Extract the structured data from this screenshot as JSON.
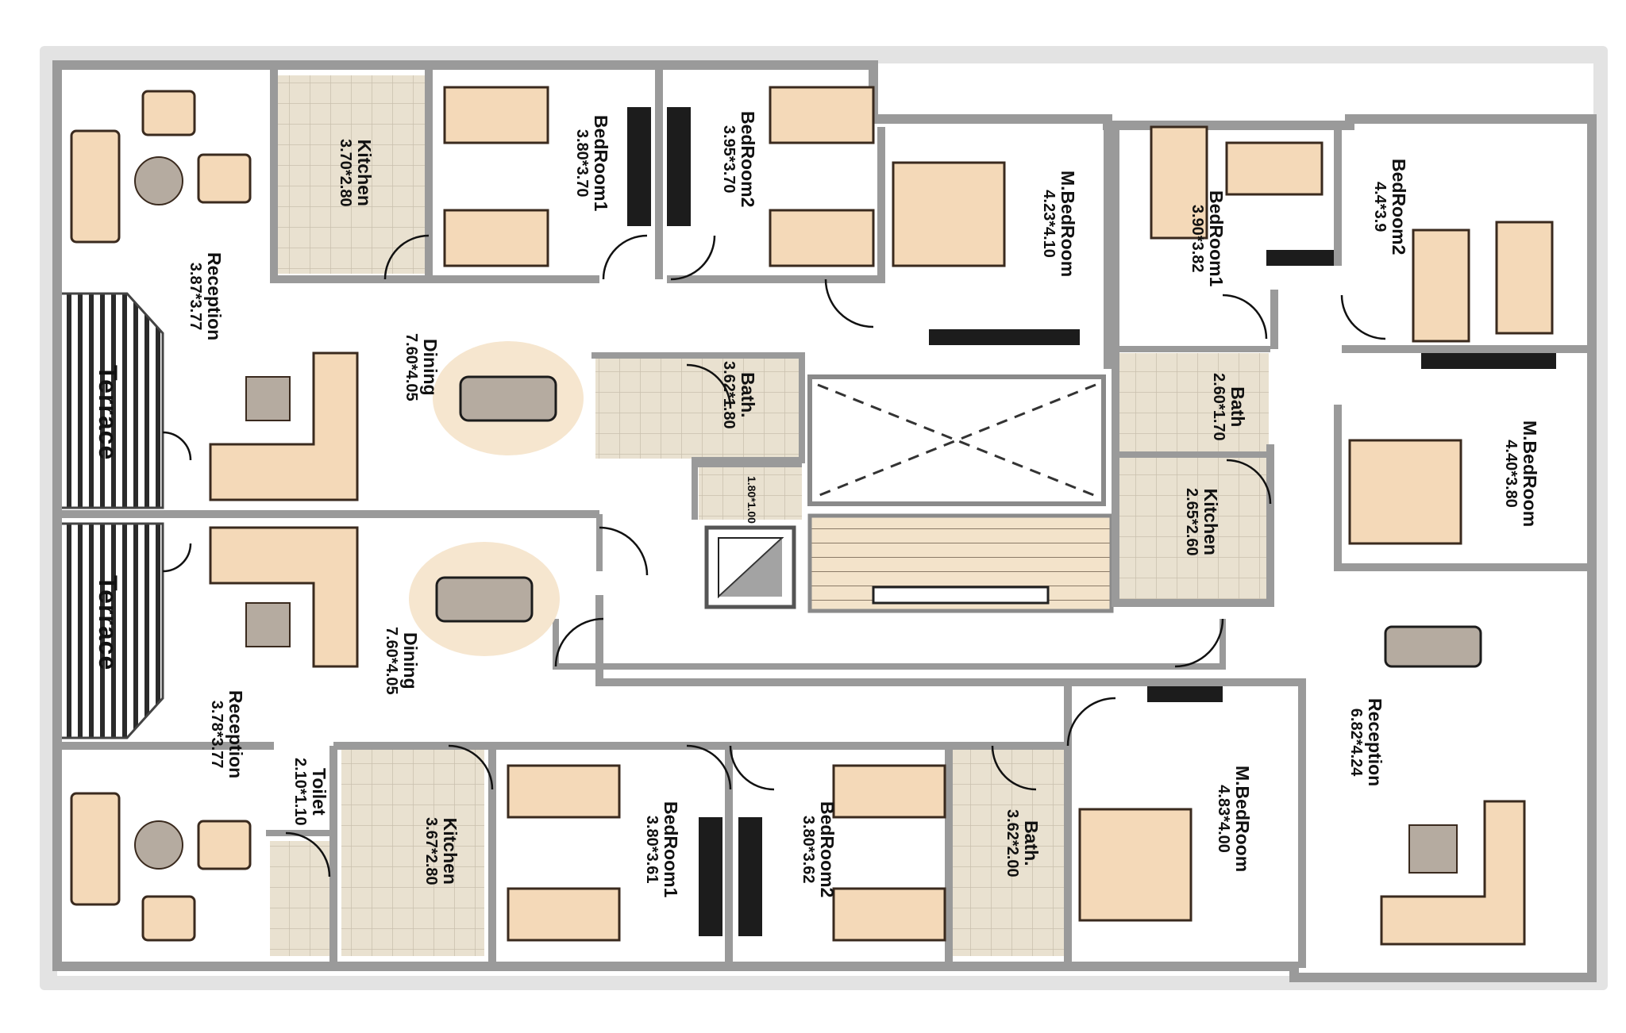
{
  "rooms": [
    {
      "id": "reception-1",
      "name": "Reception",
      "dims": "3.87*3.77"
    },
    {
      "id": "kitchen-1",
      "name": "Kitchen",
      "dims": "3.70*2.80"
    },
    {
      "id": "bedroom1-1",
      "name": "BedRoom1",
      "dims": "3.80*3.70"
    },
    {
      "id": "bedroom2-1",
      "name": "BedRoom2",
      "dims": "3.95*3.70"
    },
    {
      "id": "mbedroom-1",
      "name": "M.BedRoom",
      "dims": "4.23*4.10"
    },
    {
      "id": "dining-1",
      "name": "Dining",
      "dims": "7.60*4.05"
    },
    {
      "id": "bath-1",
      "name": "Bath.",
      "dims": "3.62*1.80"
    },
    {
      "id": "wc-1",
      "name": "",
      "dims": "1.80*1.00"
    },
    {
      "id": "terrace-1",
      "name": "Terrace",
      "dims": ""
    },
    {
      "id": "bedroom1-2",
      "name": "BedRoom1",
      "dims": "3.90*3.82"
    },
    {
      "id": "bedroom2-2",
      "name": "BedRoom2",
      "dims": "4.4*3.9"
    },
    {
      "id": "bath-2",
      "name": "Bath",
      "dims": "2.60*1.70"
    },
    {
      "id": "kitchen-2",
      "name": "Kitchen",
      "dims": "2.65*2.60"
    },
    {
      "id": "mbedroom-2",
      "name": "M.BedRoom",
      "dims": "4.40*3.80"
    },
    {
      "id": "reception-2",
      "name": "Reception",
      "dims": "6.82*4.24"
    },
    {
      "id": "terrace-2",
      "name": "Terrace",
      "dims": ""
    },
    {
      "id": "dining-3",
      "name": "Dining",
      "dims": "7.60*4.05"
    },
    {
      "id": "reception-3",
      "name": "Reception",
      "dims": "3.78*3.77"
    },
    {
      "id": "toilet-3",
      "name": "Toilet",
      "dims": "2.10*1.10"
    },
    {
      "id": "kitchen-3",
      "name": "Kitchen",
      "dims": "3.67*2.80"
    },
    {
      "id": "bedroom1-3",
      "name": "BedRoom1",
      "dims": "3.80*3.61"
    },
    {
      "id": "bedroom2-3",
      "name": "BedRoom2",
      "dims": "3.80*3.62"
    },
    {
      "id": "bath-3",
      "name": "Bath.",
      "dims": "3.62*2.00"
    },
    {
      "id": "mbedroom-3",
      "name": "M.BedRoom",
      "dims": "4.83*4.00"
    }
  ],
  "colors": {
    "wall": "#9a9a9a",
    "wall_dark": "#6e6e6e",
    "shadow": "#d9d9d9",
    "floor": "#ffffff",
    "tile": "#e9e1d0",
    "tile_line": "#c9bfae",
    "furniture": "#f4d9b8",
    "furniture_stroke": "#3a2a1e",
    "rug": "#f6e6cf",
    "table": "#b5aba0",
    "dark": "#1c1c1c"
  }
}
